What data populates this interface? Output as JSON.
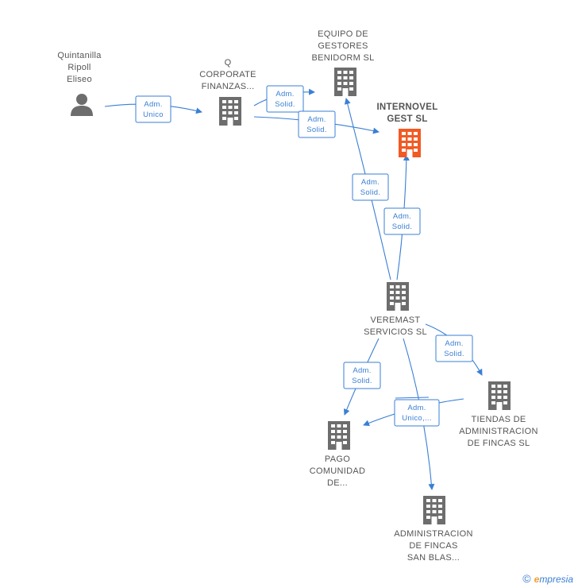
{
  "colors": {
    "edge": "#3a7fd4",
    "building": "#6d6d6d",
    "main_building": "#f15a24",
    "person": "#6d6d6d"
  },
  "nodes": [
    {
      "id": "quintanilla",
      "type": "person",
      "lines": [
        "Quintanilla",
        "Ripoll",
        "Eliseo"
      ]
    },
    {
      "id": "q_corporate",
      "type": "building",
      "lines": [
        "Q",
        "CORPORATE",
        "FINANZAS..."
      ]
    },
    {
      "id": "equipo",
      "type": "building",
      "lines": [
        "EQUIPO DE",
        "GESTORES",
        "BENIDORM SL"
      ]
    },
    {
      "id": "internovel",
      "type": "main",
      "lines": [
        "INTERNOVEL",
        "GEST SL"
      ]
    },
    {
      "id": "veremast",
      "type": "building",
      "lines": [
        "VEREMAST",
        "SERVICIOS SL"
      ]
    },
    {
      "id": "tiendas",
      "type": "building",
      "lines": [
        "TIENDAS DE",
        "ADMINISTRACION",
        "DE FINCAS SL"
      ]
    },
    {
      "id": "pago",
      "type": "building",
      "lines": [
        "PAGO",
        "COMUNIDAD",
        "DE..."
      ]
    },
    {
      "id": "admin_fincas",
      "type": "building",
      "lines": [
        "ADMINISTRACION",
        "DE FINCAS",
        "SAN BLAS..."
      ]
    }
  ],
  "edges": [
    {
      "id": "e1",
      "from": "quintanilla",
      "to": "q_corporate",
      "badge": [
        "Adm.",
        "Unico"
      ]
    },
    {
      "id": "e2",
      "from": "q_corporate",
      "to": "equipo",
      "badge": [
        "Adm.",
        "Solid."
      ]
    },
    {
      "id": "e3",
      "from": "q_corporate",
      "to": "internovel",
      "badge": [
        "Adm.",
        "Solid."
      ]
    },
    {
      "id": "e4",
      "from": "veremast",
      "to": "equipo",
      "badge": [
        "Adm.",
        "Solid."
      ]
    },
    {
      "id": "e5",
      "from": "veremast",
      "to": "internovel",
      "badge": [
        "Adm.",
        "Solid."
      ]
    },
    {
      "id": "e6",
      "from": "veremast",
      "to": "tiendas",
      "badge": [
        "Adm.",
        "Solid."
      ]
    },
    {
      "id": "e7",
      "from": "veremast",
      "to": "pago",
      "badge": [
        "Adm.",
        "Solid."
      ]
    },
    {
      "id": "e8",
      "from": "veremast",
      "to": "admin_fincas",
      "badge": []
    },
    {
      "id": "e9",
      "from": "tiendas",
      "to": "pago",
      "badge": [
        "Adm.",
        "Unico,..."
      ]
    }
  ],
  "footer": {
    "copyright": "©",
    "brand_first": "e",
    "brand_rest": "mpresia"
  }
}
